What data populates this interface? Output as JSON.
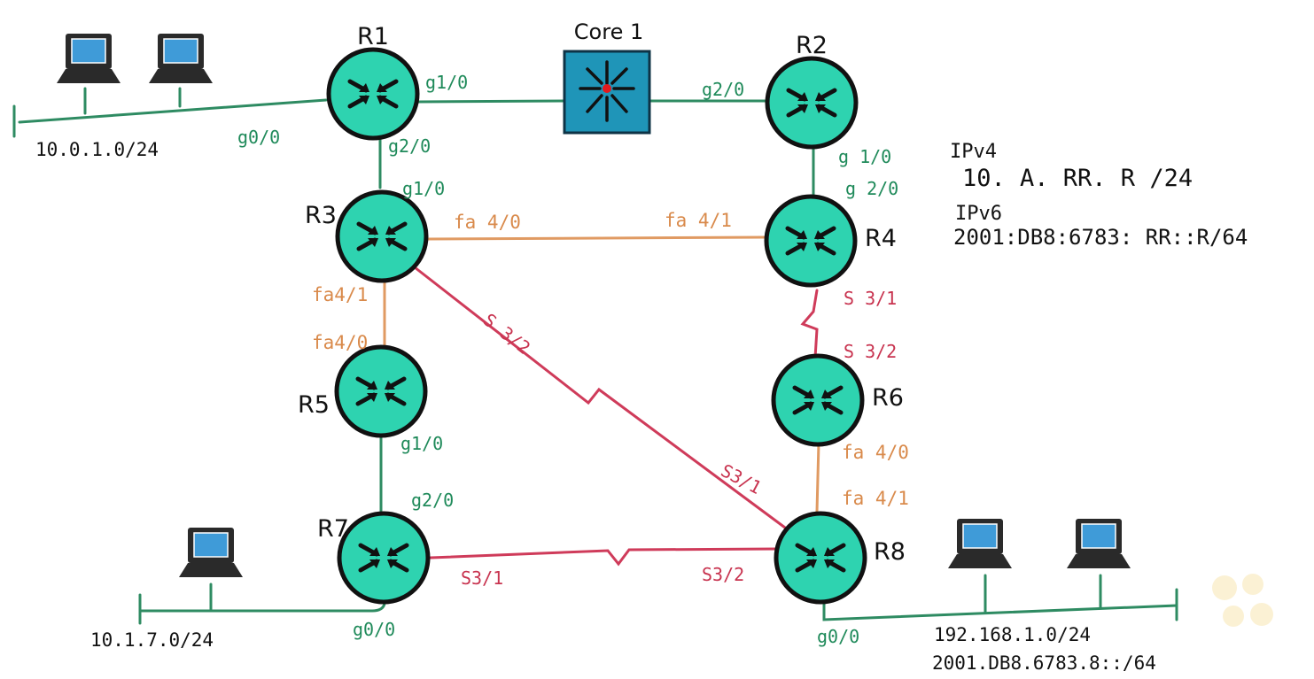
{
  "diagram": {
    "routers": [
      {
        "id": "R1",
        "label": "R1"
      },
      {
        "id": "R2",
        "label": "R2"
      },
      {
        "id": "R3",
        "label": "R3"
      },
      {
        "id": "R4",
        "label": "R4"
      },
      {
        "id": "R5",
        "label": "R5"
      },
      {
        "id": "R6",
        "label": "R6"
      },
      {
        "id": "R7",
        "label": "R7"
      },
      {
        "id": "R8",
        "label": "R8"
      }
    ],
    "switch": {
      "label": "Core 1"
    },
    "interfaces": {
      "r1_g10": "g1/0",
      "r1_g00": "g0/0",
      "r1_g20": "g2/0",
      "r2_g20": "g2/0",
      "r2_g10": "g 1/0",
      "r3_g10": "g1/0",
      "r3_fa40": "fa 4/0",
      "r3_fa41": "fa4/1",
      "r3_s32": "S 3/2",
      "r4_fa41": "fa 4/1",
      "r4_g20": "g 2/0",
      "r4_s31": "S 3/1",
      "r5_fa40": "fa4/0",
      "r5_g10": "g1/0",
      "r6_s32": "S 3/2",
      "r6_fa40": "fa 4/0",
      "r7_g20": "g2/0",
      "r7_s31": "S3/1",
      "r7_g00": "g0/0",
      "r8_s31": "S3/1",
      "r8_fa41": "fa 4/1",
      "r8_s32": "S3/2",
      "r8_g00": "g0/0"
    },
    "networks": {
      "r1_lan": "10.0.1.0/24",
      "r7_lan": "10.1.7.0/24",
      "r8_lan_v4": "192.168.1.0/24",
      "r8_lan_v6": "2001.DB8.6783.8::/64"
    },
    "addressing_note": {
      "ipv4_title": "IPv4",
      "ipv4_format": "10. A. RR. R /24",
      "ipv6_title": "IPv6",
      "ipv6_format": "2001:DB8:6783: RR::R/64"
    },
    "colors": {
      "router_fill": "#2ed3b0",
      "switch_fill": "#1f95b8",
      "gigabit_link": "#2e8b62",
      "fastethernet_link": "#e09a62",
      "serial_link": "#cf3b5a",
      "laptop_screen": "#3f9bd8",
      "laptop_body": "#2a2a2a"
    }
  }
}
